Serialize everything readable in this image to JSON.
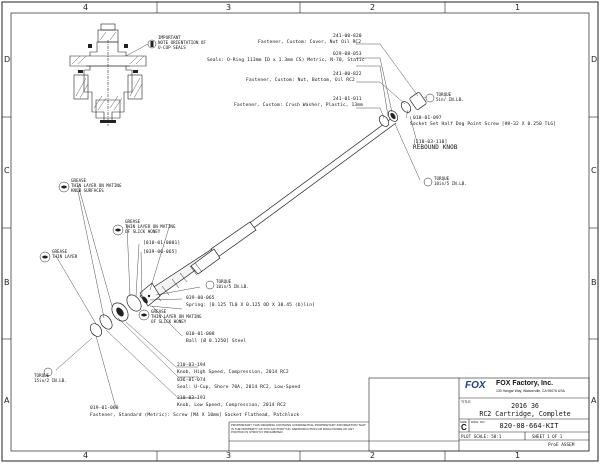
{
  "zones": {
    "top": [
      "4",
      "3",
      "2",
      "1"
    ],
    "side": [
      "D",
      "C",
      "B",
      "A"
    ]
  },
  "callouts": {
    "important": [
      "IMPORTANT",
      "NOTE ORIENTATION OF",
      "U-CUP SEALS"
    ],
    "grease_honey_1": [
      "GREASE",
      "THIN LAYER ON MATING",
      "KNOB SURFACES"
    ],
    "grease_honey_2": [
      "GREASE",
      "THIN LAYER ON MATING",
      "OF SLICK HONEY"
    ],
    "grease_thin": [
      "GREASE",
      "THIN LAYER"
    ],
    "grease_honey_3": [
      "GREASE",
      "THIN LAYER ON MATING",
      "OF SLICK HONEY"
    ],
    "torque_1": [
      "TORQUE",
      "5in/ IN.LB."
    ],
    "torque_2": [
      "TORQUE",
      "10in/5 IN.LB."
    ],
    "torque_3": [
      "TORQUE",
      "10in/5 IN.LB."
    ],
    "torque_4": [
      "TORQUE",
      "15in/2 IN.LB."
    ]
  },
  "parts_right": [
    {
      "pn": "241-00-820",
      "desc": "Fastener, Custom: Cover, Nut Oil RC2"
    },
    {
      "pn": "029-08-053",
      "desc": "Seals: O-Ring 113mm ID x 1.3mm CS) Metric, N-70, Static"
    },
    {
      "pn": "241-00-822",
      "desc": "Fastener, Custom: Nut, Bottom, Oil RC2"
    },
    {
      "pn": "241-01-011",
      "desc": "Fastener, Custom: Crush Washer, Plastic, 13mm"
    },
    {
      "pn": "018-01-097",
      "desc": "Socket Set Half Dog Point Screw [#8-32 X 0.250 TLG]"
    }
  ],
  "rebound": {
    "pn": "[210-03-110]",
    "label": "REBOUND KNOB"
  },
  "mid_refs": [
    "[010-01-0001]",
    "[039-00-065]"
  ],
  "parts_lower": [
    {
      "pn": "039-00-065",
      "desc": "Spring: [0.125 TL0 X 0.125 OD X 38.45 (b)lin]"
    },
    {
      "pn": "010-01-008",
      "desc": "Ball [Ø 0.1250] Steel"
    },
    {
      "pn": "210-03-194",
      "desc": "Knob, High Speed, Compression, 2014 RC2"
    },
    {
      "pn": "036-01-074",
      "desc": "Seal: U-Cup, Shore 70A, 2014 RC2, Low-Speed"
    },
    {
      "pn": "210-03-193",
      "desc": "Knob, Low Speed, Compression, 2014 RC2"
    },
    {
      "pn": "019-01-068",
      "desc": "Fastener, Standard (Metric): Screw [M4 X 10mm] Socket Flathead, Patchlock"
    }
  ],
  "title_block": {
    "company": "FOX Factory, Inc.",
    "address": "130 Hangar Way, Watsonville, CA 95076 USA",
    "notice": "PROPRIETARY  THIS DRAWING CONTAINS CONFIDENTIAL PROPRIETARY INFORMATION THAT IS THE PROPERTY OF FOX FACTORY INC. REPRODUCTION OR DISCLOSURE OF ANY PORTION IS STRICTLY PROHIBITED",
    "title_label": "TITLE",
    "title_1": "2016 36",
    "title_2": "RC2 Cartridge, Complete",
    "size_label": "SIZE",
    "size": "C",
    "dwg_label": "DWG. NO.",
    "dwg_no": "820-08-664-KIT",
    "scale": "PLOT SCALE: 58:1",
    "sheet": "SHEET 1 OF 1",
    "footer": "ProE ASSEM"
  }
}
